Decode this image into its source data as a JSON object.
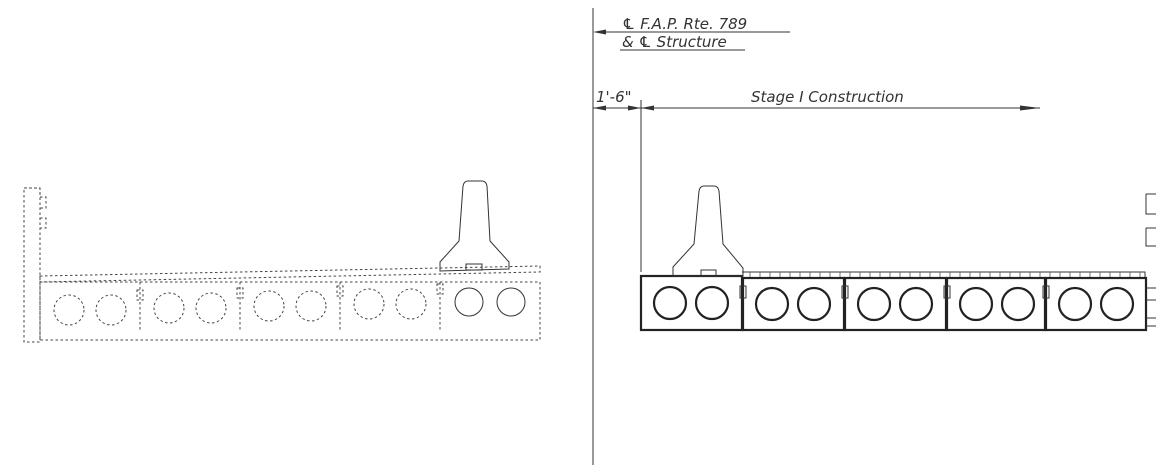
{
  "labels": {
    "centerline_line1": "℄ F.A.P. Rte. 789",
    "centerline_line2": "& ℄ Structure",
    "offset_dim": "1'-6\"",
    "stage_label": "Stage I Construction"
  },
  "existing_units": {
    "box_beam_count": 5,
    "voids_per_beam": 2,
    "line_style": "dashed"
  },
  "stage1_units": {
    "box_beam_count": 5,
    "voids_per_beam": 2,
    "line_style": "solid"
  },
  "colors": {
    "ink": "#222222",
    "background": "#ffffff"
  }
}
